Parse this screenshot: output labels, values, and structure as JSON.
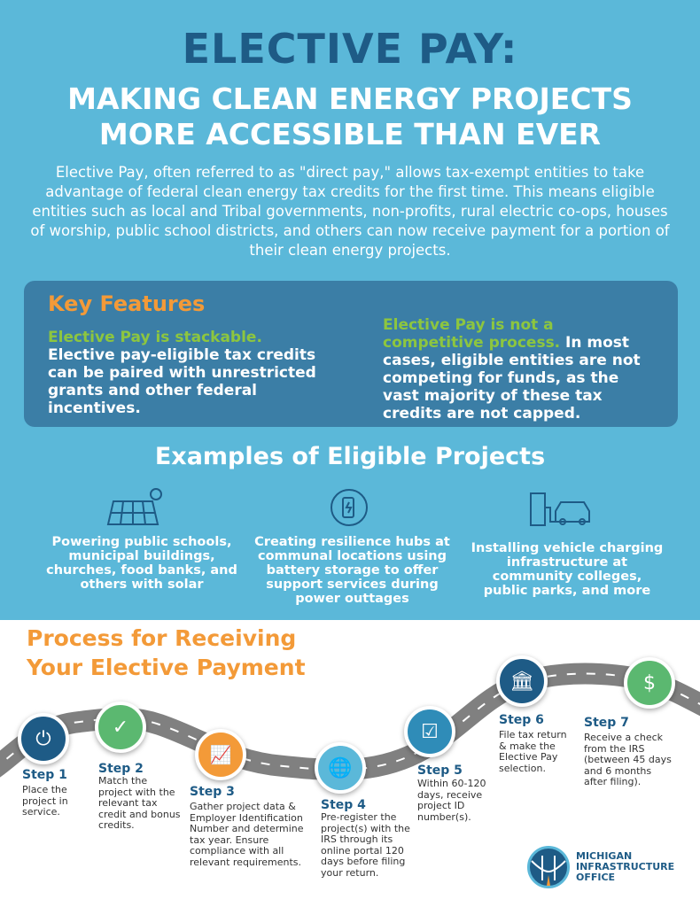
{
  "header": {
    "title": "ELECTIVE PAY:",
    "subtitle_line1": "MAKING CLEAN ENERGY PROJECTS",
    "subtitle_line2": "MORE ACCESSIBLE THAN EVER"
  },
  "intro": "Elective Pay, often referred to as \"direct pay,\" allows tax-exempt entities to take advantage of federal clean energy tax credits for the first time. This means eligible entities such as local and Tribal governments, non-profits, rural electric co-ops, houses of worship, public school districts, and others can now receive payment for a portion of their clean energy projects.",
  "key_features": {
    "title": "Key Features",
    "items": [
      {
        "highlight": "Elective Pay is stackable.",
        "text": "Elective pay-eligible tax credits can be paired with unrestricted grants and other federal incentives."
      },
      {
        "highlight": "Elective Pay is not a competitive process.",
        "text": " In most cases, eligible entities are not competing for funds, as the vast majority of these tax credits are not capped."
      }
    ]
  },
  "examples": {
    "title": "Examples of Eligible Projects",
    "items": [
      {
        "icon": "solar-panel-icon",
        "text": "Powering public schools, municipal buildings, churches, food banks, and others with solar"
      },
      {
        "icon": "battery-storage-icon",
        "text": "Creating resilience hubs at communal locations using battery storage to offer support services during power outtages"
      },
      {
        "icon": "ev-charging-icon",
        "text": "Installing vehicle charging infrastructure at community colleges, public parks, and more"
      }
    ]
  },
  "process": {
    "title_line1": "Process for Receiving",
    "title_line2": "Your Elective Payment",
    "steps": [
      {
        "label": "Step 1",
        "text": "Place the project in service.",
        "icon": "plug-plant-icon",
        "color": "#1e5b86"
      },
      {
        "label": "Step 2",
        "text": "Match the project with the relevant tax credit and bonus credits.",
        "icon": "document-search-icon",
        "color": "#5bb870"
      },
      {
        "label": "Step 3",
        "text": "Gather project data & Employer Identification Number and determine tax year.  Ensure compliance with all relevant requirements.",
        "icon": "report-chart-icon",
        "color": "#f39a38"
      },
      {
        "label": "Step 4",
        "text": "Pre-register the project(s) with the IRS through its online portal 120 days before filing your return.",
        "icon": "computer-globe-icon",
        "color": "#5bb8d9"
      },
      {
        "label": "Step 5",
        "text": "Within 60-120 days, receive project ID number(s).",
        "icon": "clipboard-checklist-icon",
        "color": "#2f8cb8"
      },
      {
        "label": "Step 6",
        "text": "File tax return & make the Elective Pay selection.",
        "icon": "bank-payment-icon",
        "color": "#1e5b86"
      },
      {
        "label": "Step 7",
        "text": "Receive a check from the IRS (between 45 days and 6 months after filing).",
        "icon": "hand-dollar-icon",
        "color": "#5bb870"
      }
    ]
  },
  "logo": {
    "line1": "MICHIGAN",
    "line2": "INFRASTRUCTURE",
    "line3": "OFFICE"
  }
}
